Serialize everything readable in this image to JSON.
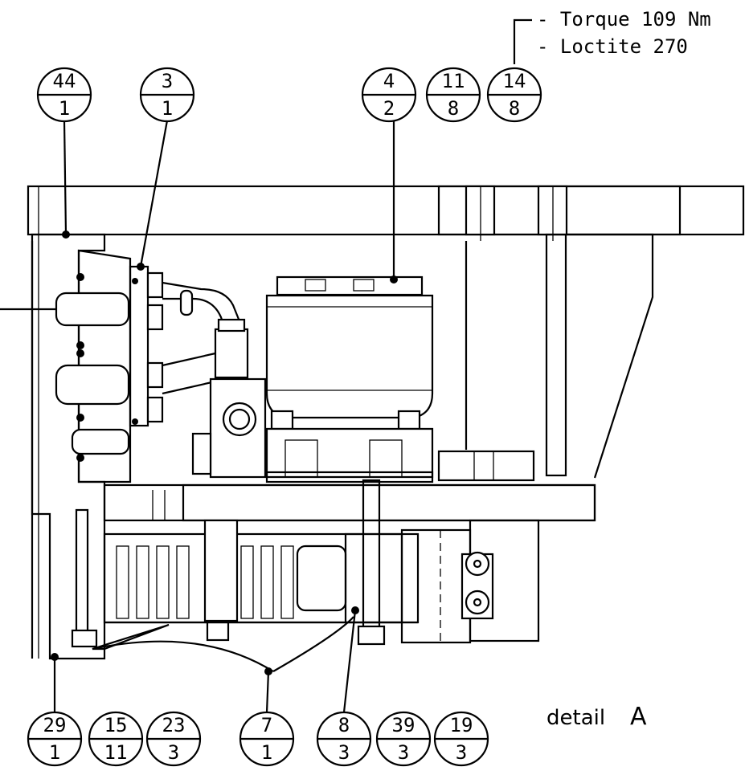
{
  "note": {
    "line1": "- Torque 109 Nm",
    "line2": "- Loctite 270"
  },
  "detail_label": {
    "word": "detail",
    "letter": "A"
  },
  "balloons_top": [
    {
      "item": "44",
      "qty": "1"
    },
    {
      "item": "3",
      "qty": "1"
    },
    {
      "item": "4",
      "qty": "2"
    },
    {
      "item": "11",
      "qty": "8"
    },
    {
      "item": "14",
      "qty": "8"
    }
  ],
  "balloons_bottom": [
    {
      "item": "29",
      "qty": "1"
    },
    {
      "item": "15",
      "qty": "11"
    },
    {
      "item": "23",
      "qty": "3"
    },
    {
      "item": "7",
      "qty": "1"
    },
    {
      "item": "8",
      "qty": "3"
    },
    {
      "item": "39",
      "qty": "3"
    },
    {
      "item": "19",
      "qty": "3"
    }
  ]
}
